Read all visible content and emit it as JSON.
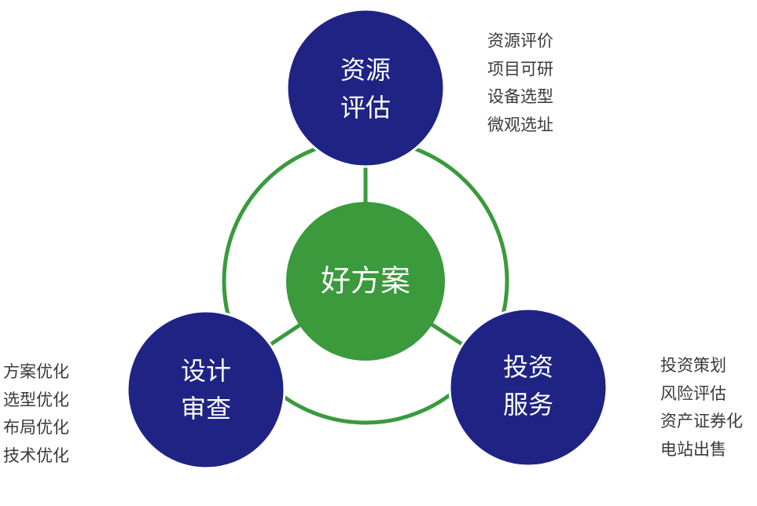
{
  "colors": {
    "ring": "#3a9a3c",
    "center": "#3a9a3c",
    "satellite": "#1f2384",
    "satellite_border": "#ffffff",
    "label": "#ffffff",
    "list_text": "#3a3a3a"
  },
  "center": {
    "label": "好方案"
  },
  "nodes": {
    "top": {
      "line1": "资源",
      "line2": "评估"
    },
    "bottom_left": {
      "line1": "设计",
      "line2": "审查"
    },
    "bottom_right": {
      "line1": "投资",
      "line2": "服务"
    }
  },
  "lists": {
    "top_right": [
      "资源评价",
      "项目可研",
      "设备选型",
      "微观选址"
    ],
    "bottom_right": [
      "投资策划",
      "风险评估",
      "资产证券化",
      "电站出售"
    ],
    "bottom_left": [
      "方案优化",
      "选型优化",
      "布局优化",
      "技术优化"
    ]
  }
}
